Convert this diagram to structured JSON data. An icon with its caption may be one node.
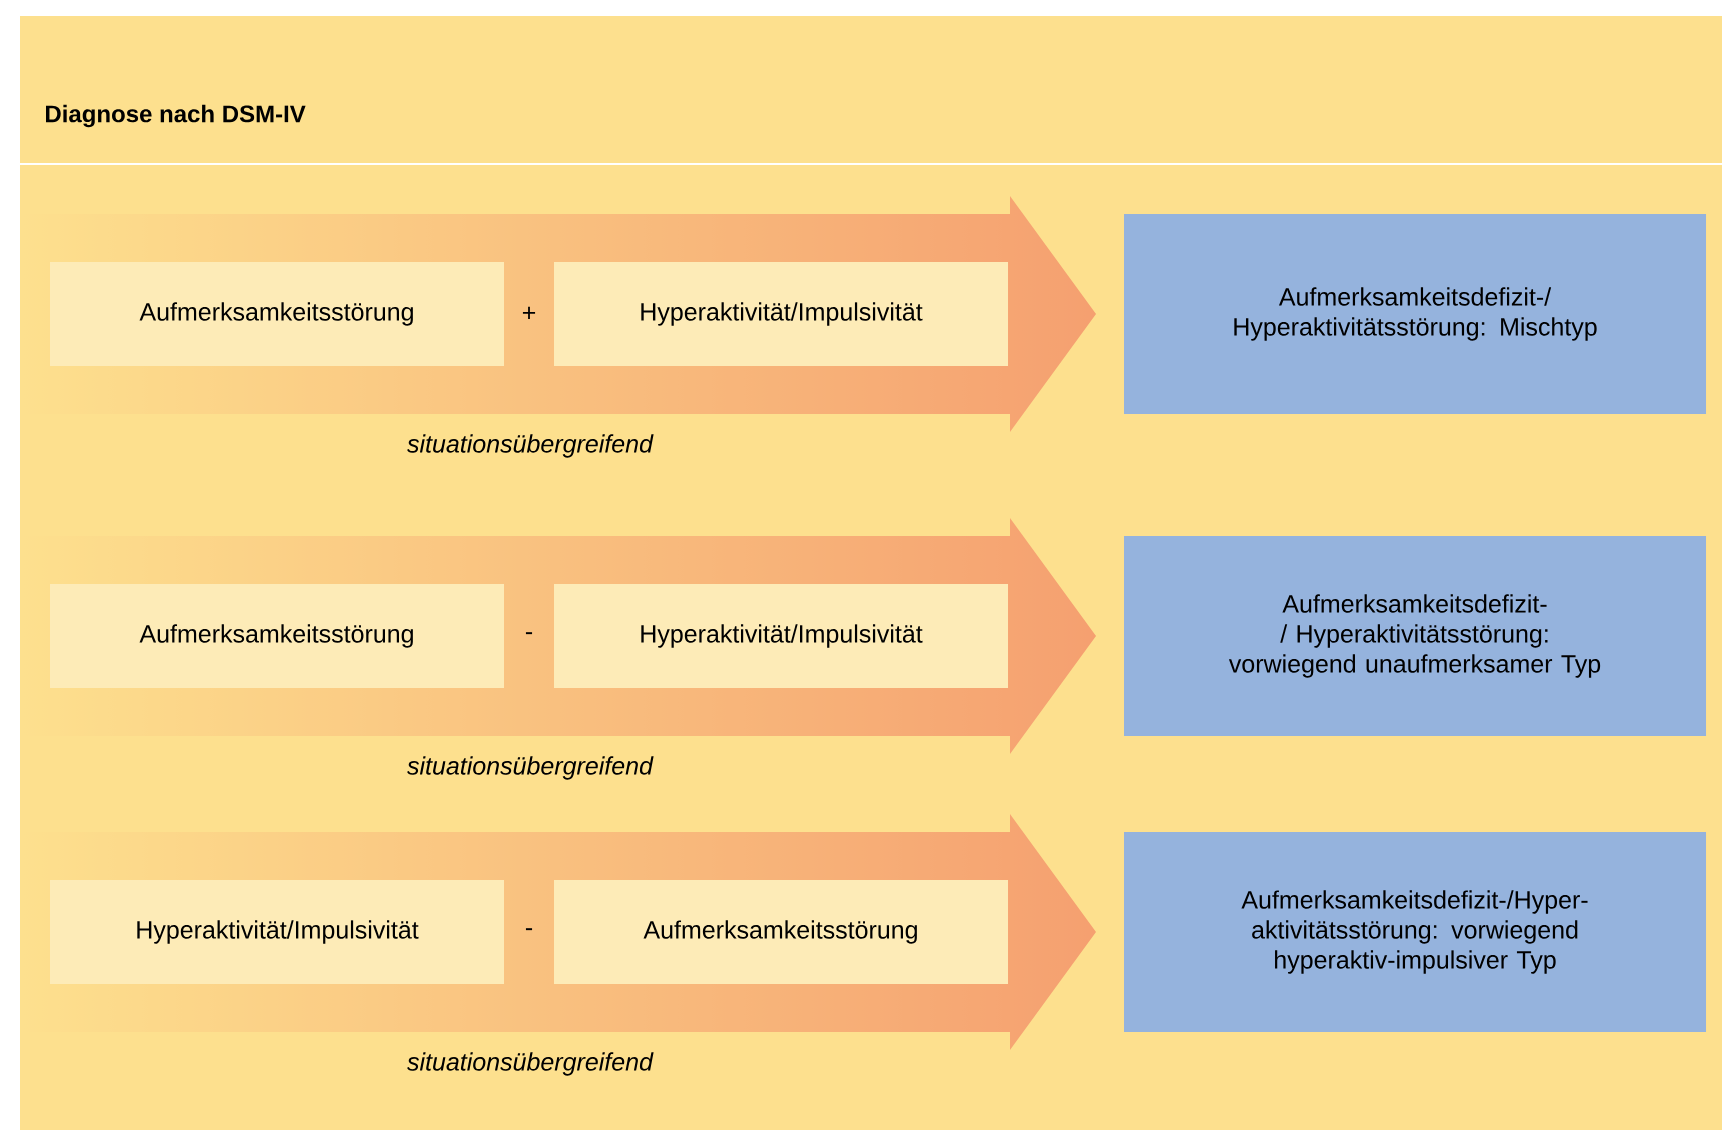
{
  "diagram": {
    "title": "Diagnose nach DSM-IV",
    "nodes": [
      {
        "text": [],
        "shape": "arrow",
        "beside": [
          "situationsübergreifend"
        ]
      },
      {
        "text": [
          "Aufmerksamkeitsstörung"
        ],
        "in": 0
      },
      {
        "text": [
          "Hyperaktivität/Impulsivität"
        ],
        "in": 0
      },
      {
        "text": [
          "Aufmerksamkeitsdefizit-/ Hyperaktivitätsstörung: Mischtyp"
        ]
      },
      {
        "text": [],
        "shape": "arrow",
        "beside": [
          "situationsübergreifend"
        ]
      },
      {
        "text": [
          "Aufmerksamkeitsstörung"
        ],
        "in": 4
      },
      {
        "text": [
          "Hyperaktivität/Impulsivität"
        ],
        "in": 4
      },
      {
        "text": [
          "Aufmerksamkeitsdefizit-/ Hyperaktivitätsstörung: vorwiegend unaufmerksamer Typ"
        ]
      },
      {
        "text": [],
        "shape": "arrow",
        "beside": [
          "situationsübergreifend"
        ]
      },
      {
        "text": [
          "Hyperaktivität/Impulsivität"
        ],
        "in": 8
      },
      {
        "text": [
          "Aufmerksamkeitsstörung"
        ],
        "in": 8
      },
      {
        "text": [
          "Aufmerksamkeitsdefizit-/Hyper- aktivitätsstörung: vorwiegend hyperaktiv-impulsiver Typ"
        ]
      }
    ],
    "labels": [
      "+",
      "-",
      "-"
    ]
  }
}
